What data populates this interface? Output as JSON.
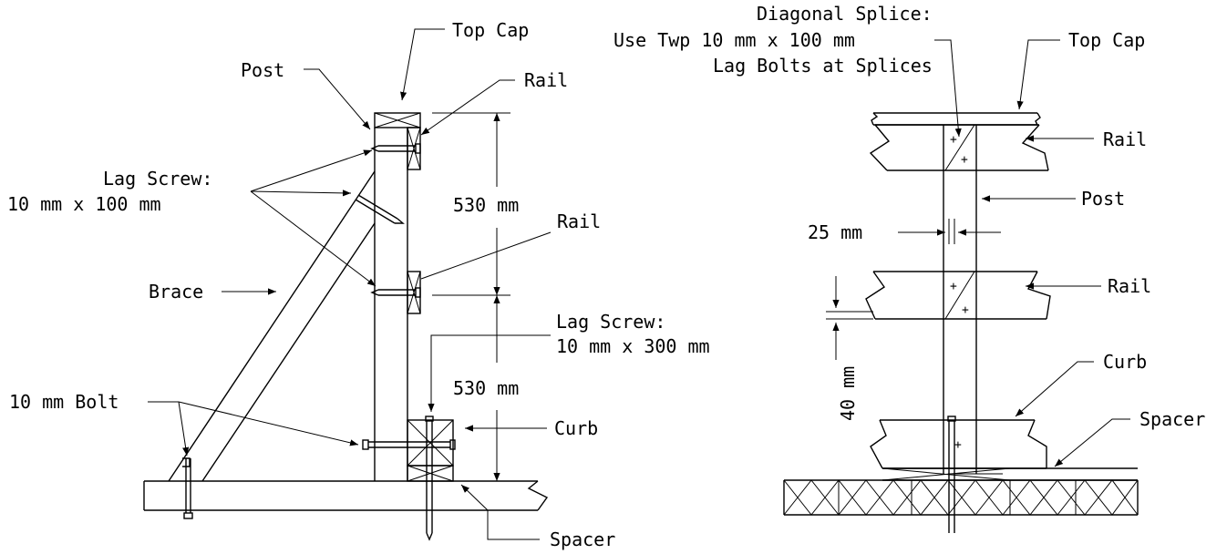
{
  "left_view": {
    "top_cap": "Top Cap",
    "post": "Post",
    "rail_top": "Rail",
    "rail_mid": "Rail",
    "lag_screw_1_line1": "Lag Screw:",
    "lag_screw_1_line2": "10 mm x 100 mm",
    "dim_upper": "530 mm",
    "dim_lower": "530 mm",
    "brace": "Brace",
    "lag_screw_2_line1": "Lag Screw:",
    "lag_screw_2_line2": "10 mm x 300 mm",
    "bolt": "10 mm Bolt",
    "curb": "Curb",
    "spacer": "Spacer"
  },
  "right_view": {
    "splice_line1": "Diagonal Splice:",
    "splice_line2": "Use Twp 10 mm x 100 mm",
    "splice_line3": "Lag Bolts at Splices",
    "top_cap": "Top Cap",
    "rail_top": "Rail",
    "post": "Post",
    "dim_gap": "25 mm",
    "rail_mid": "Rail",
    "dim_vert": "40 mm",
    "curb": "Curb",
    "spacer": "Spacer"
  }
}
